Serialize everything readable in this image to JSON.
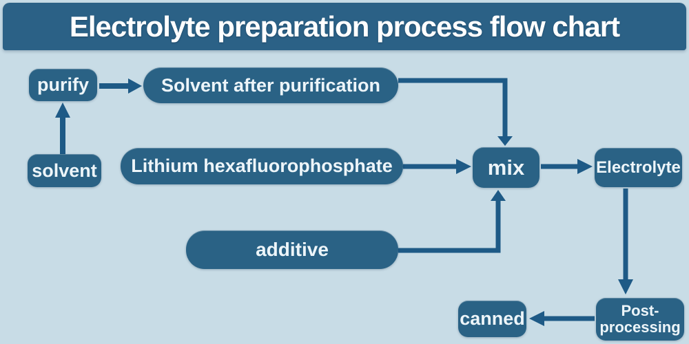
{
  "title": "Electrolyte preparation process flow chart",
  "colors": {
    "background": "#c8dce6",
    "title_bar": "#2b6186",
    "node": "#2a6285",
    "arrow": "#1e5a86",
    "text": "#edf5f9"
  },
  "nodes": {
    "purify": {
      "label": "purify"
    },
    "solvent_after_purification": {
      "label": "Solvent after purification"
    },
    "solvent": {
      "label": "solvent"
    },
    "lithium_hexafluorophosphate": {
      "label": "Lithium hexafluorophosphate"
    },
    "mix": {
      "label": "mix"
    },
    "electrolyte": {
      "label": "Electrolyte"
    },
    "additive": {
      "label": "additive"
    },
    "canned": {
      "label": "canned"
    },
    "post_processing": {
      "line1": "Post-",
      "line2": "processing"
    }
  },
  "edges": [
    {
      "from": "solvent",
      "to": "purify"
    },
    {
      "from": "purify",
      "to": "solvent_after_purification"
    },
    {
      "from": "solvent_after_purification",
      "to": "mix"
    },
    {
      "from": "lithium_hexafluorophosphate",
      "to": "mix"
    },
    {
      "from": "additive",
      "to": "mix"
    },
    {
      "from": "mix",
      "to": "electrolyte"
    },
    {
      "from": "electrolyte",
      "to": "post_processing"
    },
    {
      "from": "post_processing",
      "to": "canned"
    }
  ]
}
